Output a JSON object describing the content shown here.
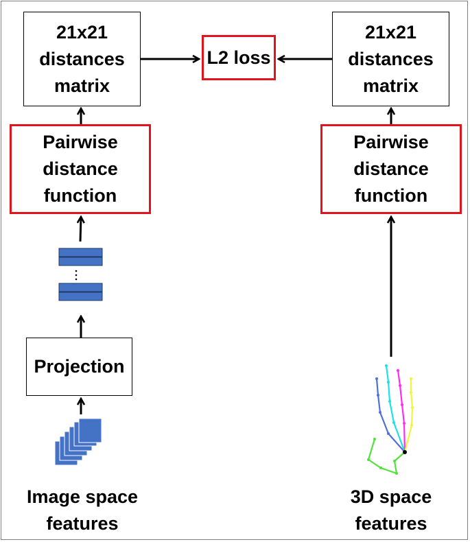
{
  "left": {
    "matrix_box": [
      "21x21",
      "distances",
      "matrix"
    ],
    "distance_fn_box": [
      "Pairwise",
      "distance",
      "function"
    ],
    "projection_box": "Projection",
    "caption": [
      "Image space",
      "features"
    ]
  },
  "center": {
    "loss_box": "L2 loss"
  },
  "right": {
    "matrix_box": [
      "21x21",
      "distances",
      "matrix"
    ],
    "distance_fn_box": [
      "Pairwise",
      "distance",
      "function"
    ],
    "caption": [
      "3D space",
      "features"
    ]
  },
  "colors": {
    "accent_red": "#e2141b",
    "feature_blue": "#4472c4",
    "hand_blue": "#4f6fdb",
    "hand_cyan": "#1fe0e6",
    "hand_magenta": "#ff2cf0",
    "hand_yellow": "#f3f33a",
    "hand_green": "#52e03c"
  },
  "icons": [
    "feature-vector-stack-icon",
    "feature-maps-stack-icon",
    "hand-skeleton-icon"
  ]
}
